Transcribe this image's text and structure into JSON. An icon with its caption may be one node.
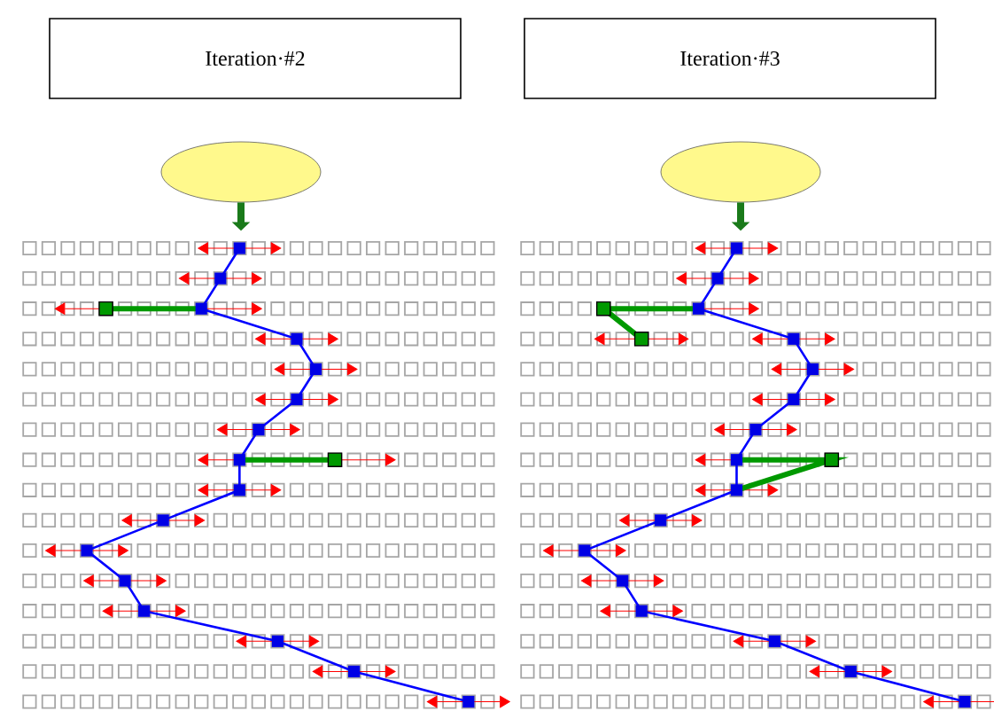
{
  "diagram": {
    "nodes": [
      {
        "text": [
          "Iteration·#2"
        ]
      },
      {
        "text": [
          "Iteration·#3"
        ]
      },
      {
        "text": [],
        "shape": "ellipse"
      },
      {
        "text": [],
        "shape": "ellipse"
      }
    ],
    "edges": [
      {
        "from": 2,
        "to": null,
        "arrow": "to"
      },
      {
        "from": 3,
        "to": null,
        "arrow": "to"
      }
    ]
  }
}
